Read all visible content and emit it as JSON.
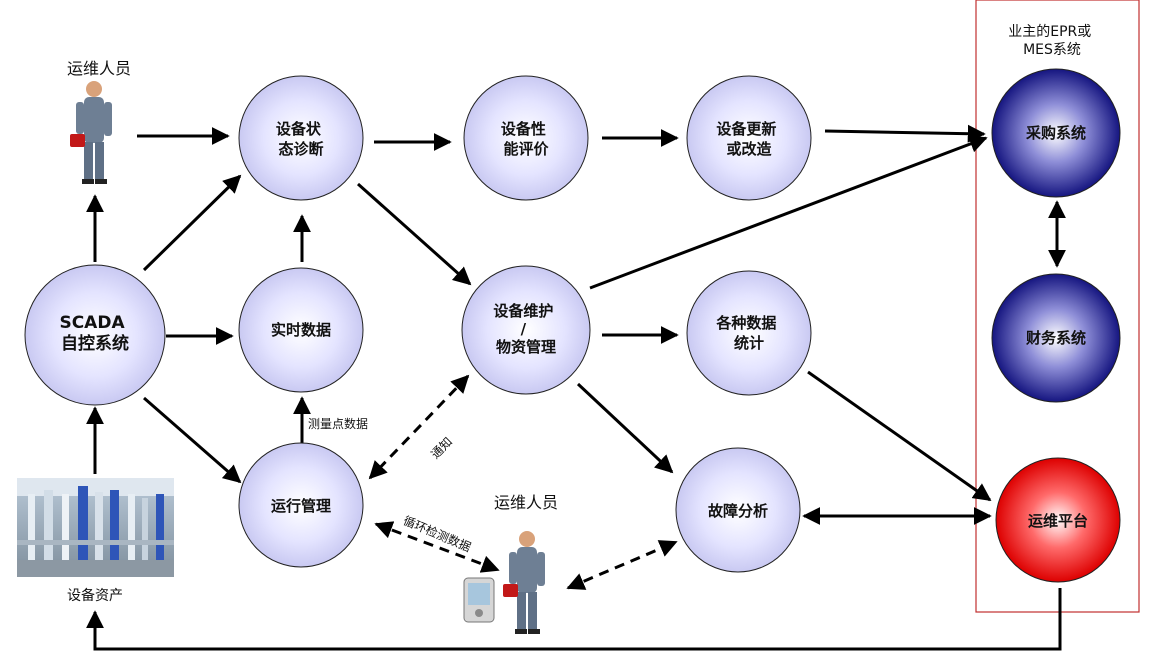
{
  "system_box_title": [
    "业主的EPR或",
    "MES系统"
  ],
  "people_labels": {
    "top": "运维人员",
    "bottom": "运维人员"
  },
  "asset_label": "设备资产",
  "nodes": {
    "status_diagnosis": [
      "设备状",
      "态诊断"
    ],
    "performance_eval": [
      "设备性",
      "能评价"
    ],
    "update_renovation": [
      "设备更新",
      "或改造"
    ],
    "procurement": [
      "采购系统"
    ],
    "scada": [
      "SCADA",
      "自控系统"
    ],
    "realtime_data": [
      "实时数据"
    ],
    "maintenance": [
      "设备维护",
      "/",
      "物资管理"
    ],
    "statistics": [
      "各种数据",
      "统计"
    ],
    "finance": [
      "财务系统"
    ],
    "operation_mgmt": [
      "运行管理"
    ],
    "fault_analysis": [
      "故障分析"
    ],
    "ops_platform": [
      "运维平台"
    ]
  },
  "edge_labels": {
    "measurement": "测量点数据",
    "notify": "通知",
    "loop_detection": "循环检测数据"
  },
  "colors": {
    "light_circle": "#dcdcff",
    "dark_circle": "#141480",
    "red_circle": "#e40000",
    "system_box_border": "#c03030"
  }
}
